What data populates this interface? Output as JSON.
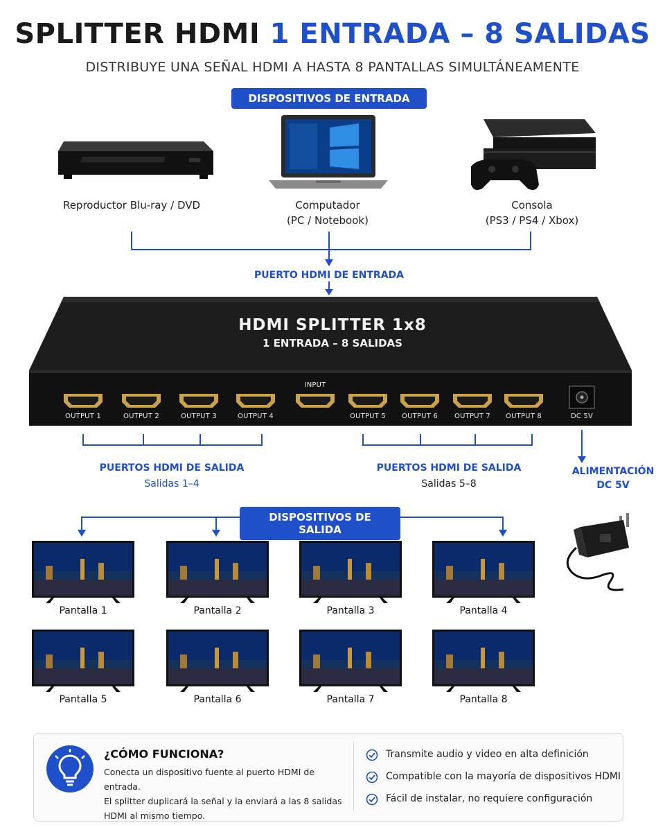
{
  "header": {
    "title_part1": "SPLITTER HDMI",
    "title_part2": "1 ENTRADA – 8 SALIDAS",
    "subtitle": "DISTRIBUYE UNA SEÑAL HDMI A HASTA 8 PANTALLAS SIMULTÁNEAMENTE"
  },
  "inputs": {
    "section_label": "DISPOSITIVOS DE ENTRADA",
    "bluray": "Reproductor Blu-ray / DVD",
    "computer_line1": "Computador",
    "computer_line2": "(PC / Notebook)",
    "console_line1": "Consola",
    "console_line2": "(PS3 / PS4 / Xbox)",
    "port_label": "PUERTO HDMI DE ENTRADA"
  },
  "splitter": {
    "title": "HDMI SPLITTER 1x8",
    "subtitle": "1 ENTRADA – 8 SALIDAS",
    "input_label": "INPUT",
    "dc_label": "DC 5V",
    "outputs": [
      "OUTPUT 1",
      "OUTPUT 2",
      "OUTPUT 3",
      "OUTPUT 4",
      "OUTPUT 5",
      "OUTPUT 6",
      "OUTPUT 7",
      "OUTPUT 8"
    ]
  },
  "output_ports": {
    "group1_title": "PUERTOS HDMI DE SALIDA",
    "group1_sub": "Salidas 1–4",
    "group2_title": "PUERTOS HDMI DE SALIDA",
    "group2_sub": "Salidas 5–8",
    "power_line1": "ALIMENTACIÓN",
    "power_line2": "DC 5V"
  },
  "outputs": {
    "section_label": "DISPOSITIVOS DE SALIDA",
    "screens": [
      "Pantalla 1",
      "Pantalla 2",
      "Pantalla 3",
      "Pantalla 4",
      "Pantalla 5",
      "Pantalla 6",
      "Pantalla 7",
      "Pantalla 8"
    ]
  },
  "info": {
    "title": "¿CÓMO FUNCIONA?",
    "line1": "Conecta un dispositivo fuente al puerto HDMI de entrada.",
    "line2": "El splitter duplicará la señal y la enviará a las 8 salidas",
    "line3": "HDMI al mismo tiempo.",
    "features": [
      "Transmite audio y video en alta definición",
      "Compatible con la mayoría de dispositivos HDMI",
      "Fácil de instalar, no requiere configuración"
    ]
  },
  "colors": {
    "accent": "#1f4fc9",
    "device": "#161616",
    "port_gold": "#c9a24a"
  }
}
